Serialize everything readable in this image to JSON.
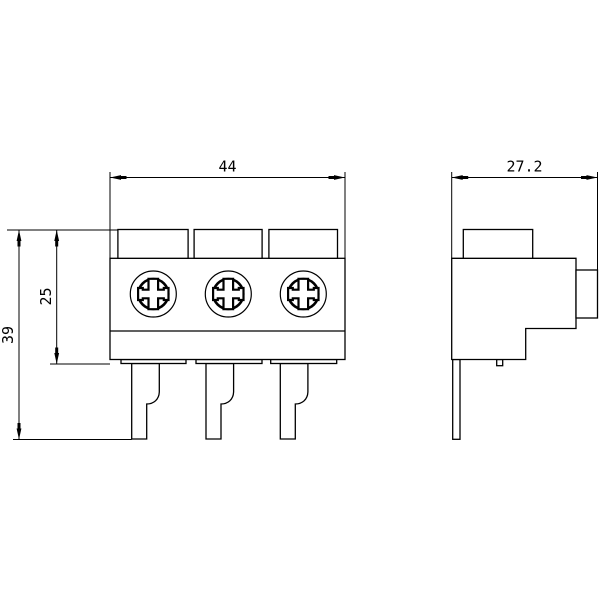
{
  "drawing": {
    "dims": {
      "front_width": "44",
      "front_total_height": "39",
      "front_body_height": "25",
      "side_depth": "27.2"
    },
    "front_view": {
      "screw_count": "3",
      "pin_count": "3"
    },
    "side_view": {
      "pin_count": "1"
    },
    "colors": {
      "line": "#000000",
      "background": "#ffffff"
    }
  }
}
